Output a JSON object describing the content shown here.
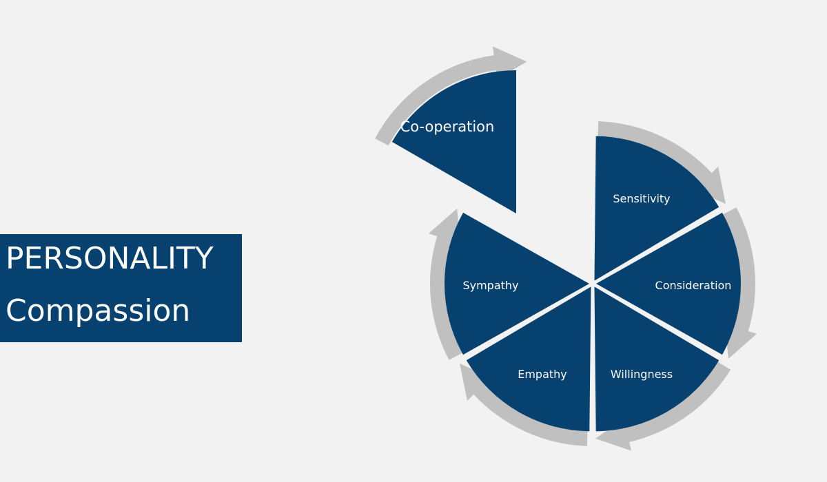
{
  "title": {
    "line1": "PERSONALITY",
    "line2": "Compassion"
  },
  "segments": [
    {
      "label": "Co-operation",
      "detached": true
    },
    {
      "label": "Sensitivity"
    },
    {
      "label": "Consideration"
    },
    {
      "label": "Willingness"
    },
    {
      "label": "Empathy"
    },
    {
      "label": "Sympathy"
    }
  ],
  "colors": {
    "background": "#f2f2f2",
    "segment_fill": "#06416f",
    "arrow_fill": "#c0c0c0",
    "text": "#ffffff"
  },
  "icons": {
    "arrow": "curved-arrow-icon"
  }
}
